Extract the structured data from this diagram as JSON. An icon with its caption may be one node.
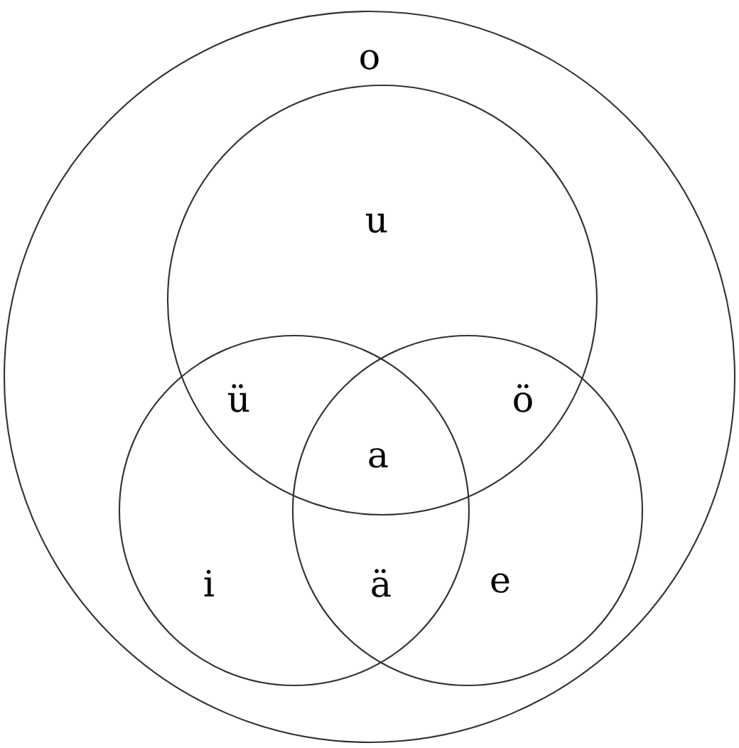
{
  "diagram": {
    "nodes": [
      {
        "text": [
          "o"
        ]
      },
      {
        "text": [
          "u"
        ],
        "in": 0
      },
      {
        "text": [
          "i"
        ],
        "in": 0
      },
      {
        "text": [
          "e"
        ],
        "in": 0
      }
    ],
    "labels": [
      "ü",
      "ö",
      "a",
      "ä"
    ]
  }
}
